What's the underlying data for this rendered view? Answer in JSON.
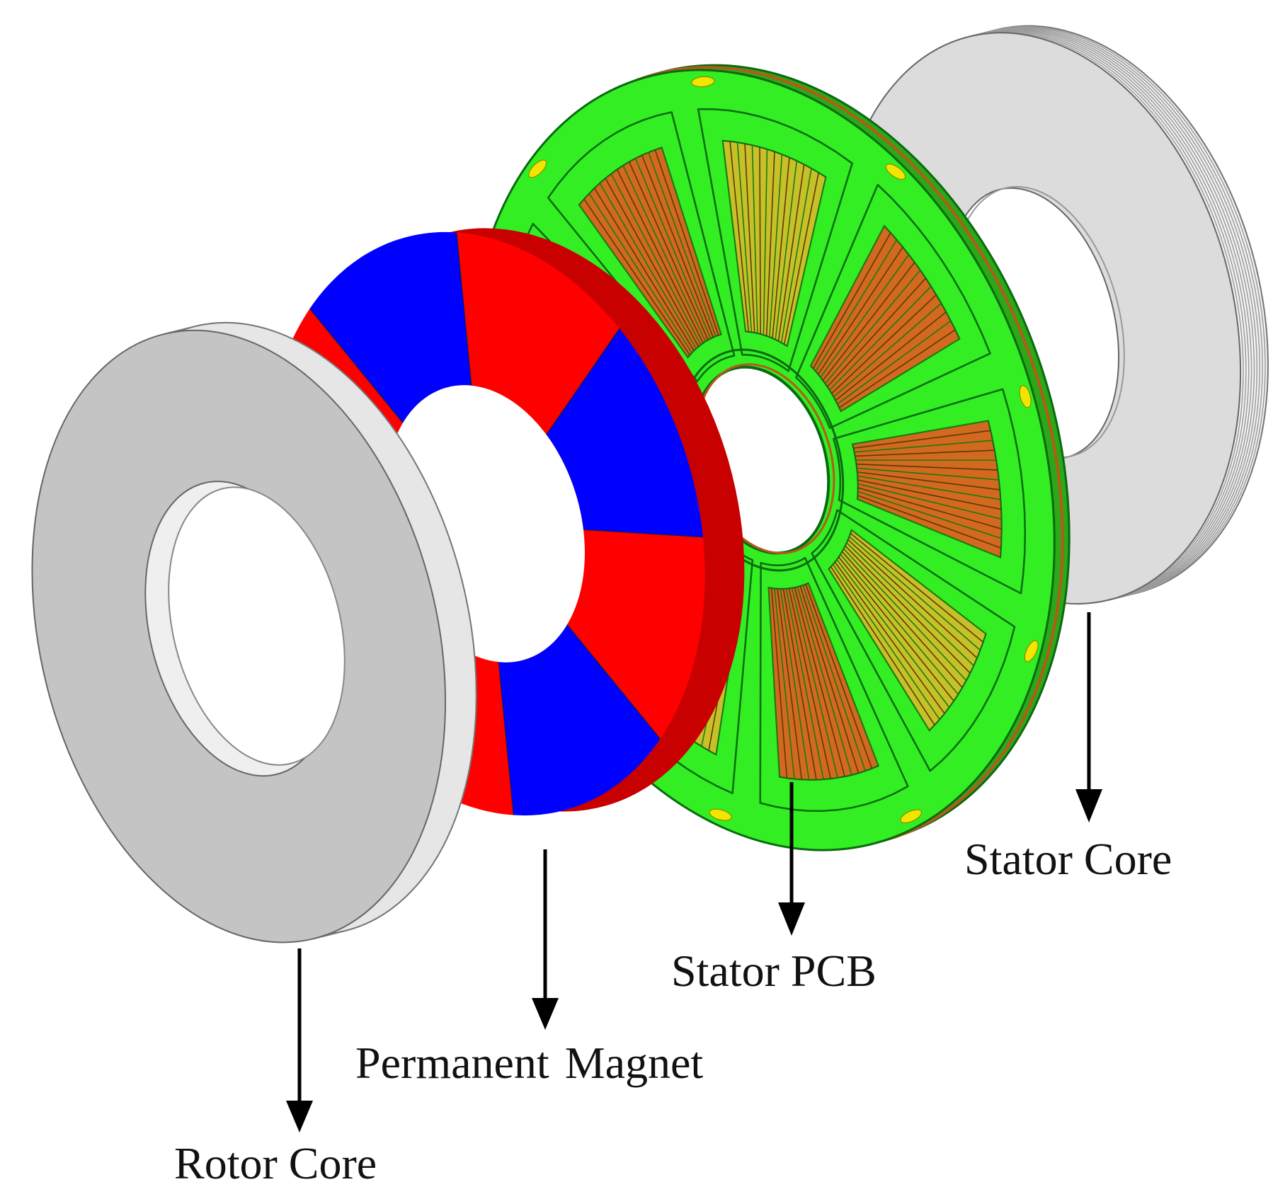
{
  "labels": {
    "rotor_core": "Rotor Core",
    "permanent_magnet": "Permanent Magnet",
    "stator_pcb": "Stator PCB",
    "stator_core": "Stator Core"
  },
  "colors": {
    "core_face": "#c4c4c4",
    "core_edge": "#f0f0f0",
    "core_shadow": "#9a9a9a",
    "magnet_north": "#ff0000",
    "magnet_south": "#0000ff",
    "pcb_green": "#33ee22",
    "pcb_trace_dark": "#0a6a10",
    "coil_orange": "#d2691e",
    "coil_yellow": "#c8c028",
    "arrow": "#000000"
  }
}
